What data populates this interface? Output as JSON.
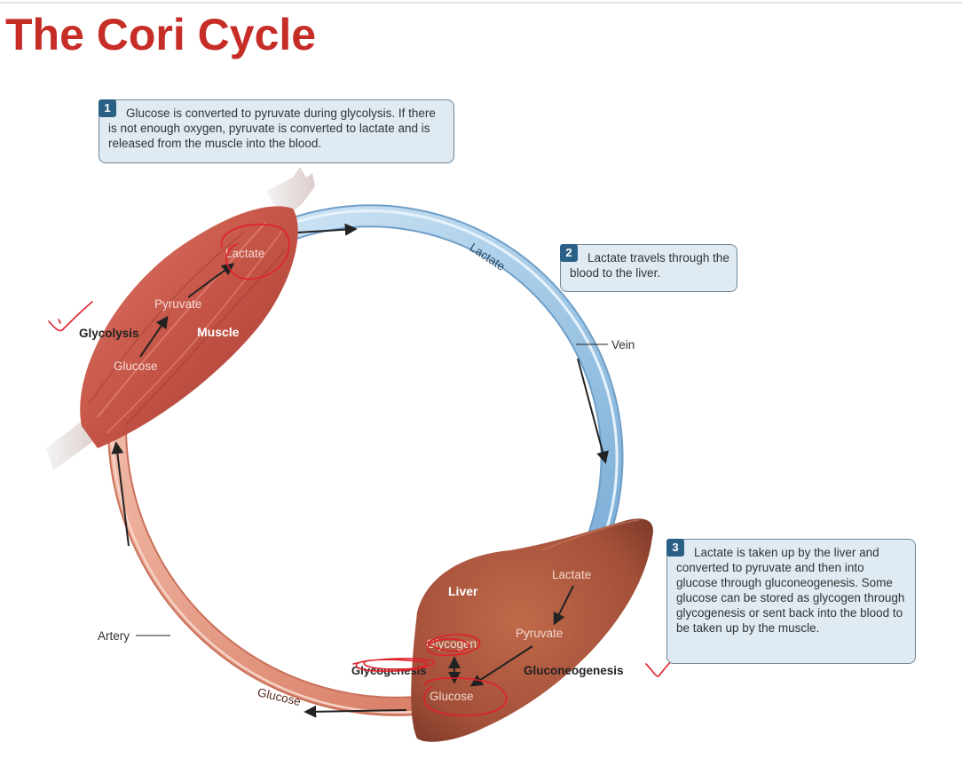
{
  "title": "The Cori Cycle",
  "steps": [
    {
      "number": "1",
      "text": "Glucose is converted to pyruvate during glycolysis. If there is not enough oxygen, pyruvate is converted to lactate and is released from the muscle into the blood."
    },
    {
      "number": "2",
      "text": "Lactate travels through the blood to the liver."
    },
    {
      "number": "3",
      "text": "Lactate is taken up by the liver and converted to pyruvate and then into glucose through gluconeogenesis. Some glucose can be stored as glycogen through glycogenesis or sent back into the blood to be taken up by the muscle."
    }
  ],
  "muscle": {
    "name": "Muscle",
    "process": "Glycolysis",
    "lactate": "Lactate",
    "pyruvate": "Pyruvate",
    "glucose": "Glucose"
  },
  "liver": {
    "name": "Liver",
    "lactate": "Lactate",
    "pyruvate": "Pyruvate",
    "glucose": "Glucose",
    "glycogen": "Glycogen",
    "glycogenesis": "Glycogenesis",
    "gluconeogenesis": "Gluconeogenesis"
  },
  "vessels": {
    "vein_label": "Vein",
    "artery_label": "Artery",
    "vein_content": "Lactate",
    "artery_content": "Glucose"
  },
  "colors": {
    "title": "#c62d27",
    "vein": "#a9cde8",
    "artery": "#e9a58e",
    "muscle": "#c7584a",
    "liver": "#a9553a",
    "callout_bg": "#dfeaf2",
    "step_badge": "#2a5f86",
    "pen_marks": "#e0202a"
  }
}
